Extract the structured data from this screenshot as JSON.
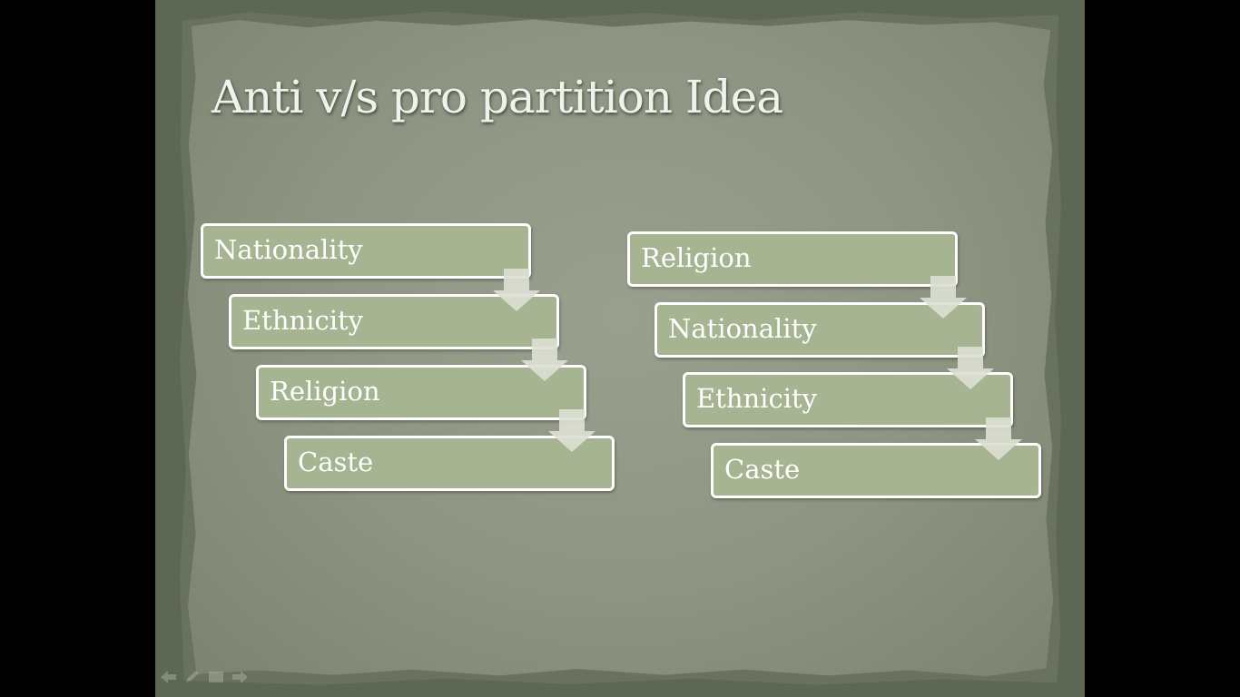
{
  "slide": {
    "title": "Anti v/s pro partition Idea",
    "colors": {
      "box_fill": "#a6b491",
      "box_border": "#ffffff",
      "arrow_fill": "#dcdfd2",
      "title_text": "#f2f2ec",
      "paper": "#8d9481"
    }
  },
  "diagram": {
    "left_flow": {
      "steps": [
        "Nationality",
        "Ethnicity",
        "Religion",
        "Caste"
      ]
    },
    "right_flow": {
      "steps": [
        "Religion",
        "Nationality",
        "Ethnicity",
        "Caste"
      ]
    }
  },
  "navigation": {
    "icons": [
      "previous-icon",
      "pen-icon",
      "slides-menu-icon",
      "next-icon"
    ]
  }
}
